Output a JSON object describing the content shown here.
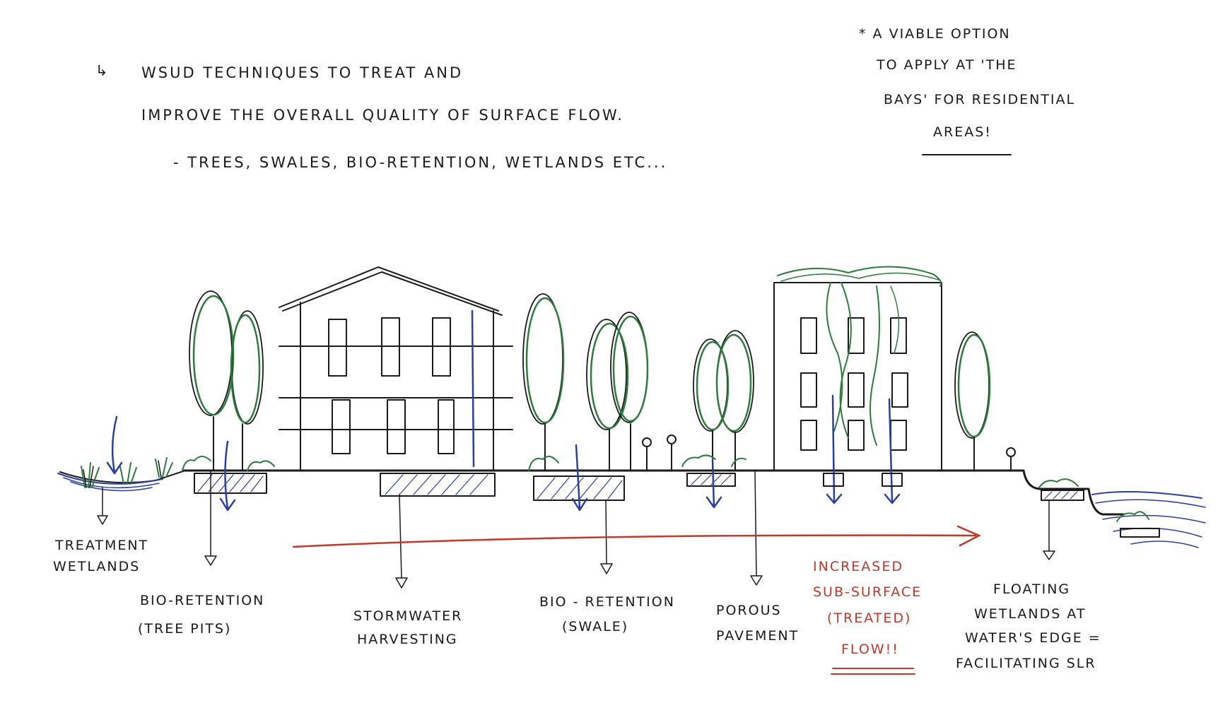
{
  "intro": {
    "arrow": "↳",
    "line1": "WSUD techniques to treat and",
    "line2": "improve the overall quality of surface flow.",
    "line3": "- Trees, swales, bio-retention, wetlands etc..."
  },
  "note": {
    "line1": "* A viable option",
    "line2": "to apply at 'The",
    "line3": "Bays' for residential",
    "line4": "areas!"
  },
  "labels": {
    "treatment_wetlands_1": "Treatment",
    "treatment_wetlands_2": "wetlands",
    "bio_retention_tree_1": "Bio-retention",
    "bio_retention_tree_2": "(Tree pits)",
    "stormwater_1": "Stormwater",
    "stormwater_2": "harvesting",
    "bio_retention_swale_1": "Bio - retention",
    "bio_retention_swale_2": "(swale)",
    "porous_1": "Porous",
    "porous_2": "pavement",
    "flow_1": "Increased",
    "flow_2": "sub-surface",
    "flow_3": "(treated)",
    "flow_4": "Flow!!",
    "floating_1": "Floating",
    "floating_2": "wetlands at",
    "floating_3": "water's edge =",
    "floating_4": "facilitating SLR"
  },
  "colors": {
    "ink": "#1a1a1a",
    "water_blue": "#2b3fa0",
    "vegetation_green": "#2f7a3c",
    "flow_red": "#c0392b"
  }
}
